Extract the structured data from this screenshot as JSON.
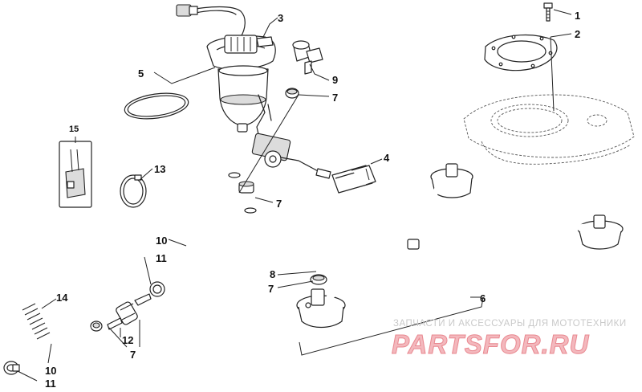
{
  "callouts": {
    "c1": "1",
    "c2": "2",
    "c3": "3",
    "c4": "4",
    "c5": "5",
    "c6": "6",
    "c7a": "7",
    "c7b": "7",
    "c7c": "7",
    "c7d": "7",
    "c8": "8",
    "c9": "9",
    "c10a": "10",
    "c10b": "10",
    "c11a": "11",
    "c11b": "11",
    "c12": "12",
    "c13": "13",
    "c14": "14",
    "c15": "15"
  },
  "watermark": {
    "tagline": "ЗАПЧАСТИ И АКСЕССУАРЫ ДЛЯ МОТОТЕХНИКИ",
    "brand": "PARTSFOR.RU"
  }
}
